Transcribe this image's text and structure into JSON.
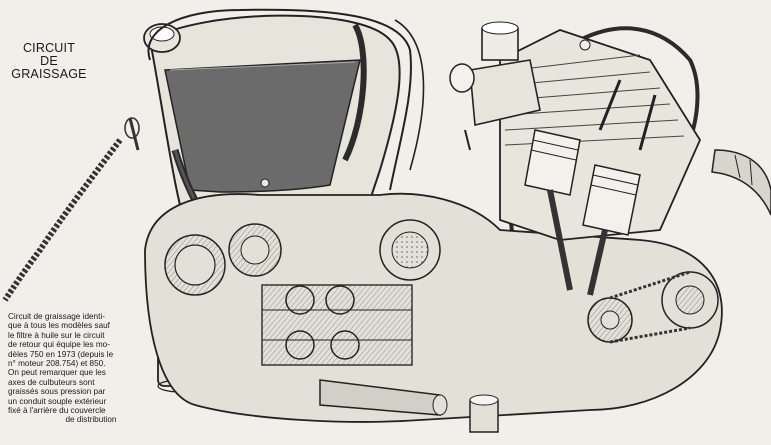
{
  "title": {
    "lines": [
      "CIRCUIT",
      "DE",
      "GRAISSAGE"
    ]
  },
  "caption": {
    "lines": [
      "Circuit de graissage identi-",
      "que à tous les modèles sauf",
      "le filtre à huile sur le circuit",
      "de retour qui équipe les mo-",
      "dèles 750 en 1973 (depuis le",
      "n° moteur 208.754) et 850.",
      "On peut remarquer que les",
      "axes de culbuteurs sont",
      "graissés sous pression par",
      "un conduit souple extérieur",
      "fixé à l'arrière du couvercle",
      "de distribution"
    ]
  },
  "carburettor_badge": "",
  "colors": {
    "paper": "#f1efe9",
    "ink": "#1a1a1a",
    "oil_dark": "#4a4a4a",
    "oil_tank_fill": "#6b6b6b",
    "shade": "#bdbab3"
  }
}
